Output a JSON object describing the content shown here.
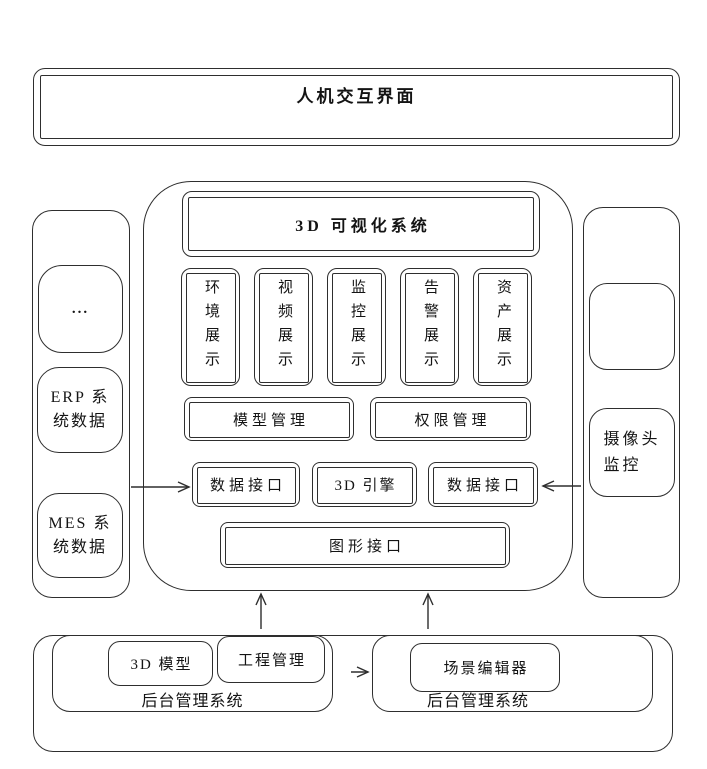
{
  "colors": {
    "ink": "#2e2e2e",
    "background": "#ffffff"
  },
  "top_banner": {
    "label": "人机交互界面"
  },
  "system": {
    "title": "3D 可视化系统",
    "display_modules": [
      "环境展示",
      "视频展示",
      "监控展示",
      "告警展示",
      "资产展示"
    ],
    "management_row": [
      "模型管理",
      "权限管理"
    ],
    "interface_row": [
      "数据接口",
      "3D 引擎",
      "数据接口"
    ],
    "graphics_interface": "图形接口"
  },
  "left_column": {
    "ellipsis": "...",
    "erp_lines": [
      "ERP 系",
      "统数据"
    ],
    "mes_lines": [
      "MES 系",
      "统数据"
    ]
  },
  "right_column": {
    "camera_lines": [
      "摄像头",
      "监控"
    ]
  },
  "bottom": {
    "left_system": {
      "label": "后台管理系统",
      "model": "3D 模型",
      "project": "工程管理"
    },
    "right_system": {
      "label": "后台管理系统",
      "scene_editor": "场景编辑器"
    }
  }
}
